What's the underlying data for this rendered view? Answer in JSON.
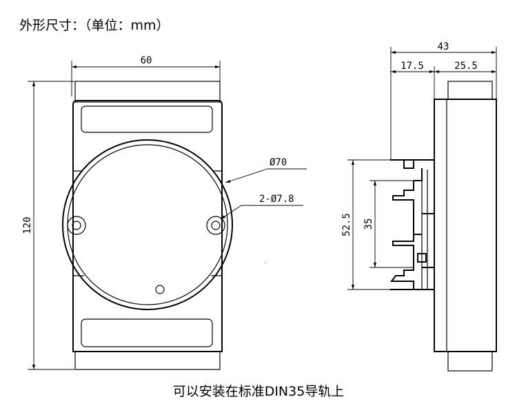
{
  "title": "外形尺寸：（单位：mm）",
  "footer": "可以安装在标准DIN35导轨上",
  "front_view": {
    "width_label": "60",
    "height_label": "120",
    "diameter_label": "Ø70",
    "hole_label": "2-Ø7.8"
  },
  "side_view": {
    "total_depth_label": "43",
    "depth_a_label": "17.5",
    "depth_b_label": "25.5",
    "rail_height_outer_label": "52.5",
    "rail_height_inner_label": "35"
  }
}
